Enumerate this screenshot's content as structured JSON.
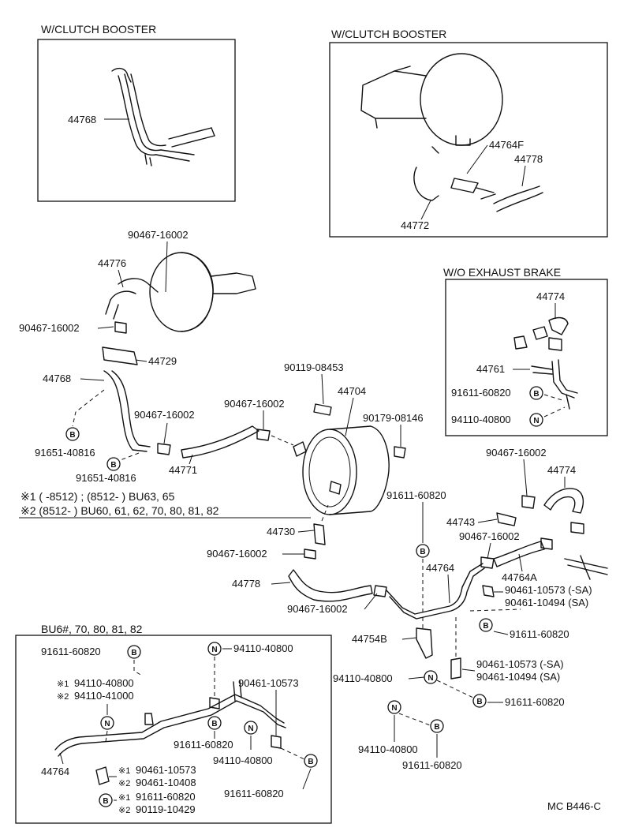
{
  "headings": {
    "clutch_booster_1": "W/CLUTCH BOOSTER",
    "clutch_booster_2": "W/CLUTCH BOOSTER",
    "wo_exhaust_brake": "W/O EXHAUST BRAKE",
    "bu6_group": "BU6#, 70, 80, 81, 82"
  },
  "notes": {
    "note1": "※1 (    -8512) ; (8512-      ) BU63, 65",
    "note2": "※2 (8512-        ) BU60, 61, 62, 70, 80, 81, 82"
  },
  "symbols": {
    "bolt": "B",
    "nut": "N"
  },
  "labels": {
    "p44768_top": "44768",
    "p44764F": "44764F",
    "p44778_top": "44778",
    "p44772": "44772",
    "p90467_a": "90467-16002",
    "p44776": "44776",
    "p90467_b": "90467-16002",
    "p44729": "44729",
    "p44768": "44768",
    "p90467_c": "90467-16002",
    "p91651_a": "91651-40816",
    "p91651_b": "91651-40816",
    "p44771": "44771",
    "p90119_08453": "90119-08453",
    "p44704": "44704",
    "p90467_d": "90467-16002",
    "p90179": "90179-08146",
    "p44774_wo": "44774",
    "p44761": "44761",
    "p91611_wo": "91611-60820",
    "p94110_wo": "94110-40800",
    "p90467_e": "90467-16002",
    "p44774": "44774",
    "p91611_a": "91611-60820",
    "p44743": "44743",
    "p44730": "44730",
    "p90467_f": "90467-16002",
    "p90467_g": "90467-16002",
    "p44764": "44764",
    "p44764A": "44764A",
    "p44778": "44778",
    "p90461_10573_a": "90461-10573 (-SA)",
    "p90461_10494_a": "90461-10494 (SA)",
    "p90467_h": "90467-16002",
    "p91611_b": "91611-60820",
    "p44754B": "44754B",
    "p90461_10573_b": "90461-10573 (-SA)",
    "p90461_10494_b": "90461-10494 (SA)",
    "p94110_a": "94110-40800",
    "p91611_c": "91611-60820",
    "p94110_b": "94110-40800",
    "p91611_d": "91611-60820",
    "bu_91611_a": "91611-60820",
    "bu_94110_a": "94110-40800",
    "bu_94110_b": "94110-40800",
    "bu_94110_41000": "94110-41000",
    "bu_90461_10573_a": "90461-10573",
    "bu_91611_b": "91611-60820",
    "bu_94110_c": "94110-40800",
    "bu_44764": "44764",
    "bu_90461_10573_b": "90461-10573",
    "bu_90461_10408": "90461-10408",
    "bu_91611_c": "91611-60820",
    "bu_91611_d": "91611-60820",
    "bu_90119_10429": "90119-10429",
    "mark1_a": "※1",
    "mark2_a": "※2",
    "mark1_b": "※1",
    "mark2_b": "※2",
    "mark1_c": "※1",
    "mark2_c": "※2"
  },
  "figure_code": "MC B446-C"
}
